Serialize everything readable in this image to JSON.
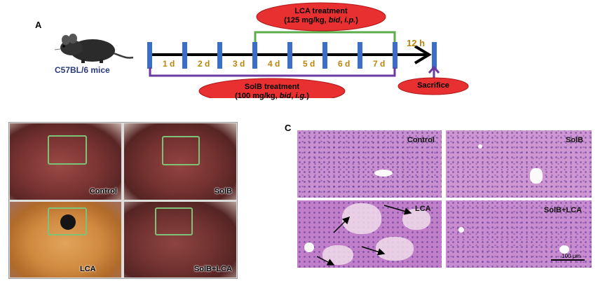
{
  "panel_a": {
    "letter": "A",
    "mouse_label": "C57BL/6 mice",
    "lca_treatment": {
      "title": "LCA treatment",
      "dose": "125 mg/kg,",
      "freq": "bid",
      "route": "i.p."
    },
    "solb_treatment": {
      "title": "SolB treatment",
      "dose": "100 mg/kg,",
      "freq": "bid",
      "route": "i.g."
    },
    "days": [
      "1 d",
      "2 d",
      "3 d",
      "4 d",
      "5 d",
      "6 d",
      "7 d"
    ],
    "final_interval": "12 h",
    "sacrifice": "Sacrifice",
    "colors": {
      "tick": "#3b6fc6",
      "bracket_lca": "#5cae4a",
      "bracket_solb": "#6a3aa0",
      "ellipse": "#e83030",
      "day_text": "#b8860b"
    }
  },
  "panel_b": {
    "photos": [
      {
        "label": "Control"
      },
      {
        "label": "SolB"
      },
      {
        "label": "LCA"
      },
      {
        "label": "SolB+LCA"
      }
    ]
  },
  "panel_c": {
    "letter": "C",
    "images": [
      {
        "label": "Control"
      },
      {
        "label": "SolB"
      },
      {
        "label": "LCA"
      },
      {
        "label": "SolB+LCA"
      }
    ],
    "scale_bar": "100 μm"
  }
}
